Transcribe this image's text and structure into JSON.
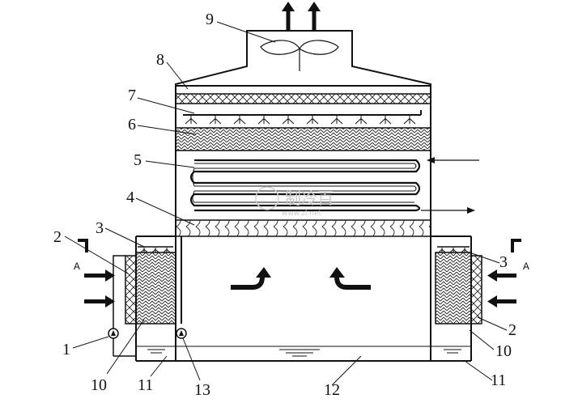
{
  "diagram": {
    "labels": {
      "l1": "1",
      "l2_left": "2",
      "l2_right": "2",
      "l3_left": "3",
      "l3_right": "3",
      "l4": "4",
      "l5": "5",
      "l6": "6",
      "l7": "7",
      "l8": "8",
      "l9": "9",
      "l10_left": "10",
      "l10_right": "10",
      "l11_left": "11",
      "l11_right": "11",
      "l12": "12",
      "l13": "13",
      "a_left": "A",
      "a_right": "A"
    },
    "watermark": {
      "text": "制冷百",
      "url": "www.zl.net"
    }
  }
}
